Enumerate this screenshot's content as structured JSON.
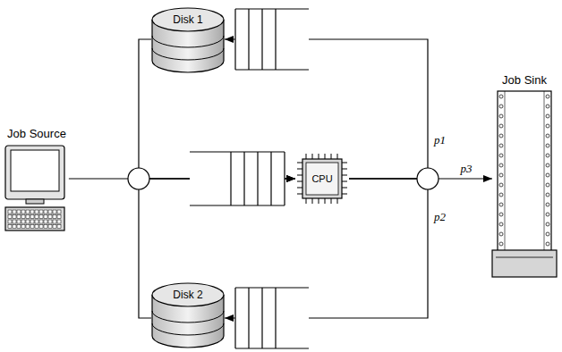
{
  "diagram": {
    "nodes": [
      {
        "text": [
          "Job Source"
        ]
      },
      {
        "text": [
          "Disk 1"
        ]
      },
      {
        "text": [
          "CPU"
        ]
      },
      {
        "text": [
          "Disk 2"
        ]
      },
      {
        "text": [
          "Job Sink"
        ]
      }
    ],
    "edges": [
      {
        "from": 0,
        "to": 2,
        "arrow": "to"
      },
      {
        "from": 2,
        "to": 1,
        "label": "p1",
        "arrow": "to"
      },
      {
        "from": 2,
        "to": 3,
        "label": "p2",
        "arrow": "to"
      },
      {
        "from": 2,
        "to": 4,
        "label": "p3",
        "arrow": "to"
      },
      {
        "from": 1,
        "to": 2,
        "arrow": "to"
      },
      {
        "from": 3,
        "to": 2,
        "arrow": "to"
      }
    ]
  }
}
